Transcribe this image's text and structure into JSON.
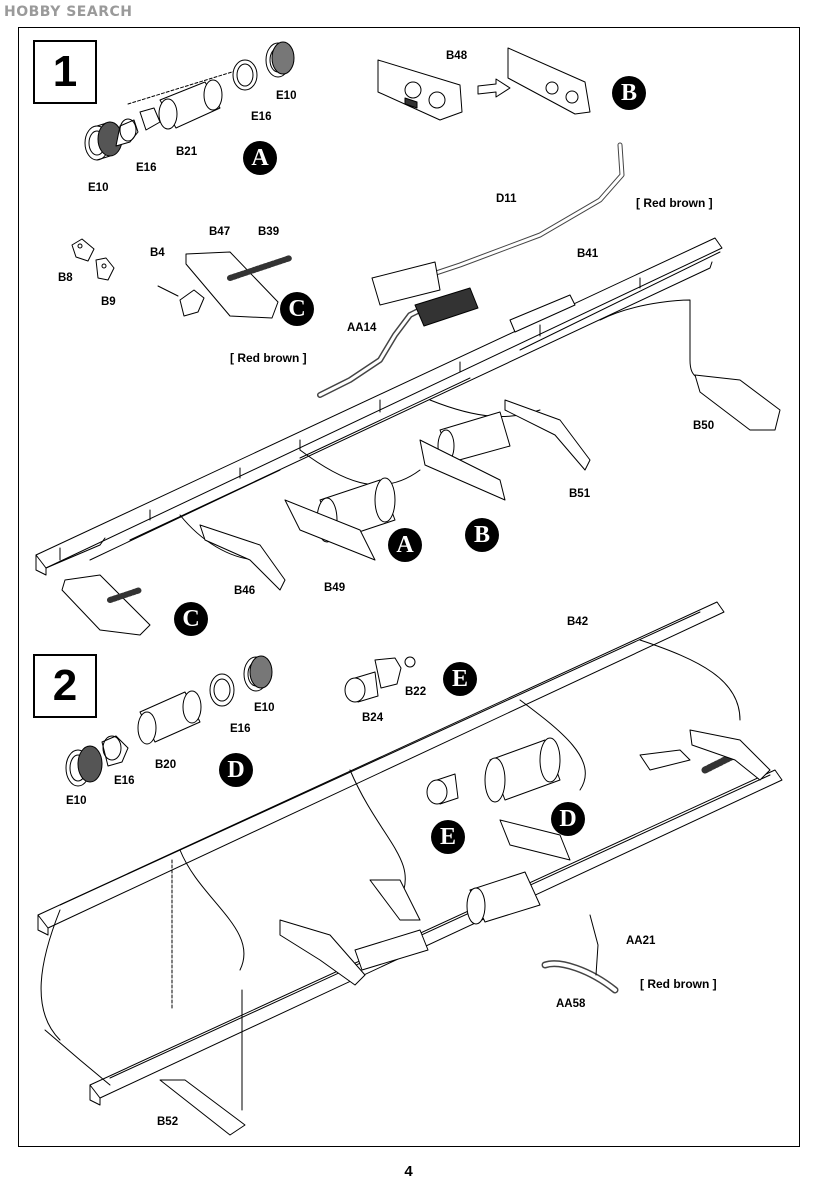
{
  "header": {
    "watermark": "HOBBY SEARCH"
  },
  "step1": {
    "number": "1",
    "callouts": {
      "A": "A",
      "B": "B",
      "C": "C"
    },
    "parts": {
      "e10_top": "E10",
      "e16_top": "E16",
      "b21": "B21",
      "e16_left": "E16",
      "e10_left": "E10",
      "b48": "B48",
      "d11": "D11",
      "b8": "B8",
      "b9": "B9",
      "b4": "B4",
      "b47": "B47",
      "b39": "B39",
      "b41": "B41",
      "aa14": "AA14",
      "b50": "B50",
      "b51": "B51",
      "b46": "B46",
      "b49": "B49"
    },
    "notes": {
      "red_brown_1": "[ Red brown ]",
      "red_brown_2": "[ Red brown ]"
    }
  },
  "step2": {
    "number": "2",
    "callouts": {
      "D": "D",
      "E": "E"
    },
    "parts": {
      "e10_top": "E10",
      "e16_top": "E16",
      "b20": "B20",
      "e16_left": "E16",
      "e10_left": "E10",
      "b22": "B22",
      "b24": "B24",
      "b42": "B42",
      "aa21": "AA21",
      "aa58": "AA58",
      "b52": "B52"
    },
    "notes": {
      "red_brown": "[ Red brown ]"
    }
  },
  "footer": {
    "page_number": "4"
  }
}
